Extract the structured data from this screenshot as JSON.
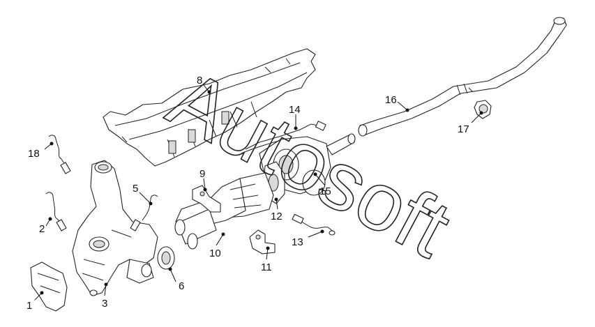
{
  "callouts": [
    {
      "id": "1",
      "label": "1"
    },
    {
      "id": "2",
      "label": "2"
    },
    {
      "id": "3",
      "label": "3"
    },
    {
      "id": "5",
      "label": "5"
    },
    {
      "id": "6",
      "label": "6"
    },
    {
      "id": "8",
      "label": "8"
    },
    {
      "id": "9",
      "label": "9"
    },
    {
      "id": "10",
      "label": "10"
    },
    {
      "id": "11",
      "label": "11"
    },
    {
      "id": "12",
      "label": "12"
    },
    {
      "id": "13",
      "label": "13"
    },
    {
      "id": "14",
      "label": "14"
    },
    {
      "id": "15",
      "label": "15"
    },
    {
      "id": "16",
      "label": "16"
    },
    {
      "id": "17",
      "label": "17"
    },
    {
      "id": "18",
      "label": "18"
    }
  ],
  "watermark": {
    "text": "Autosoft"
  }
}
